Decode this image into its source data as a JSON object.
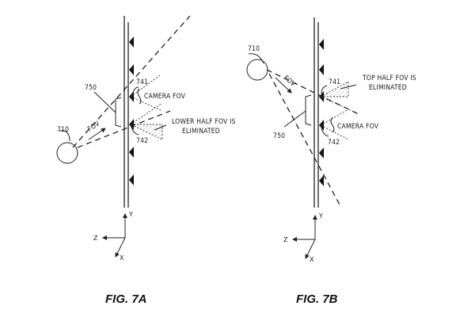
{
  "figures": [
    {
      "id": "7A",
      "caption": "FIG. 7A",
      "labels": {
        "viewer": "710",
        "camera_group": "750",
        "camera_top": "741",
        "camera_bottom": "742",
        "fov_arrow": "FOV",
        "camera_fov": "CAMERA FOV",
        "eliminated_line1": "LOWER HALF FOV IS",
        "eliminated_line2": "ELIMINATED"
      },
      "axes": {
        "y": "Y",
        "z": "Z",
        "x": "X"
      }
    },
    {
      "id": "7B",
      "caption": "FIG. 7B",
      "labels": {
        "viewer": "710",
        "camera_group": "750",
        "camera_top": "741",
        "camera_bottom": "742",
        "fov_arrow": "FOV",
        "camera_fov": "CAMERA FOV",
        "eliminated_line1": "TOP HALF FOV IS",
        "eliminated_line2": "ELIMINATED"
      },
      "axes": {
        "y": "Y",
        "z": "Z",
        "x": "X"
      }
    }
  ]
}
